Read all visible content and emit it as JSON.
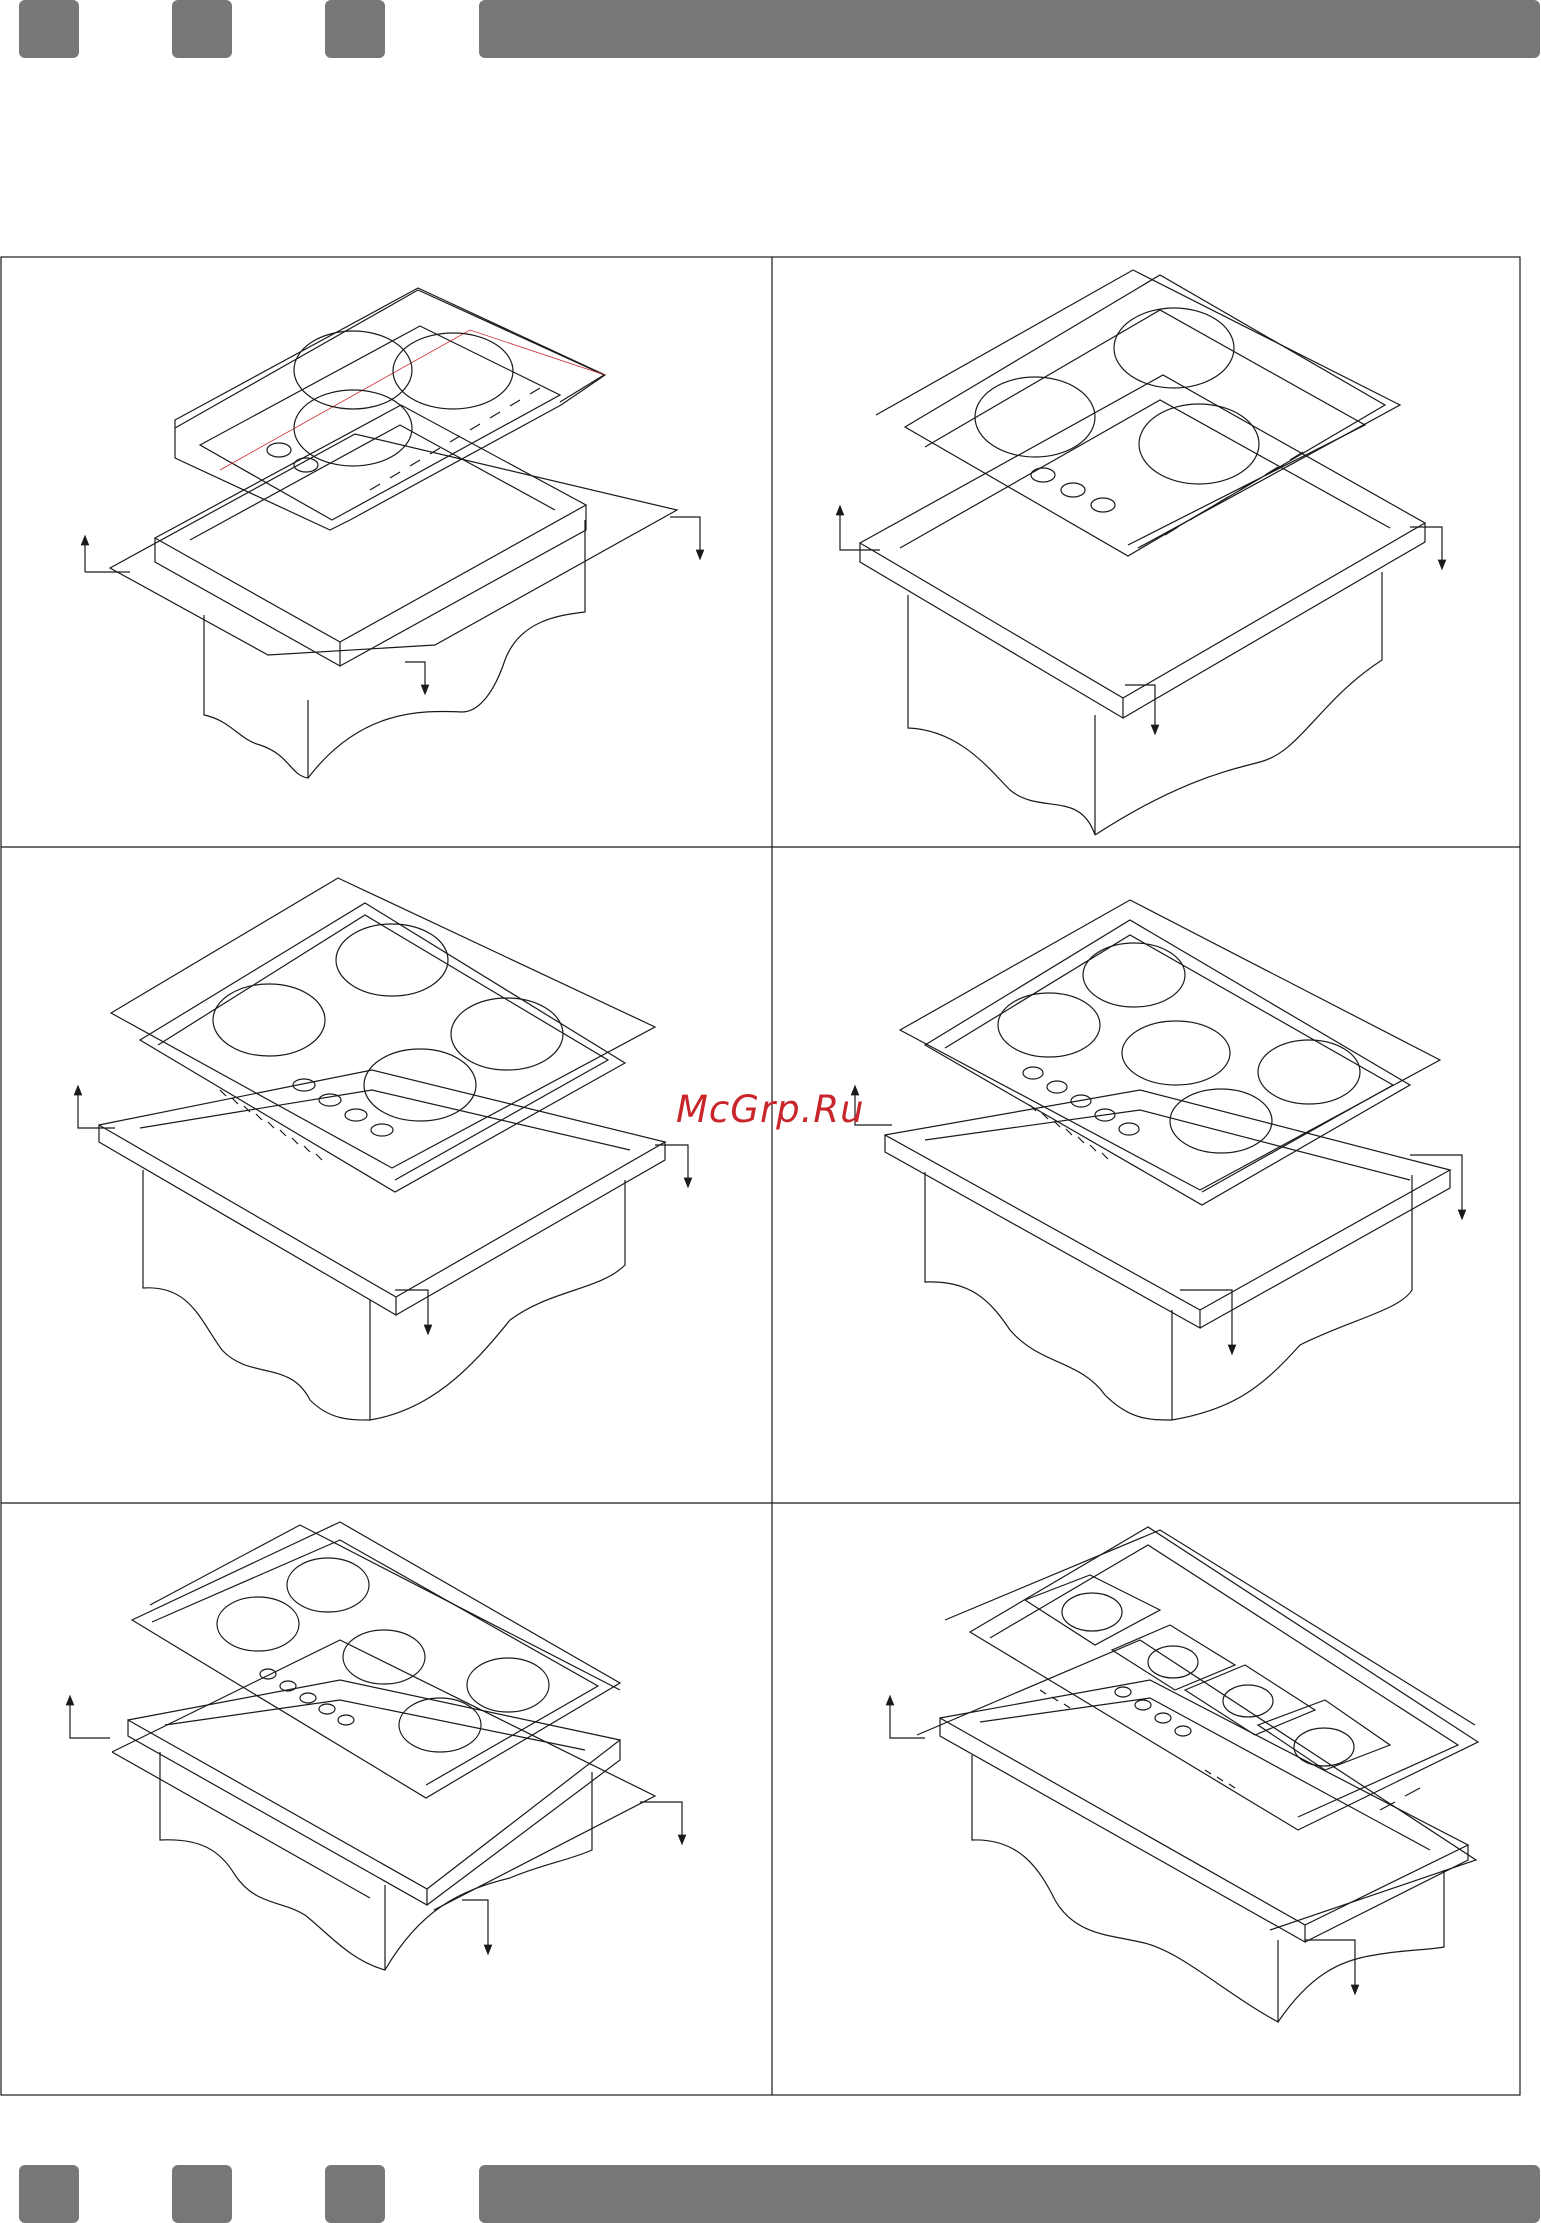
{
  "watermark": {
    "text": "McGrp.Ru"
  },
  "colors": {
    "tabs": "#77777a",
    "lines": "#1a1a1a",
    "watermark": "#c9262c"
  },
  "figure": {
    "panels": [
      {
        "id": "hob-2-burner-knobs-front"
      },
      {
        "id": "hob-4-burner-knobs-front"
      },
      {
        "id": "hob-4-burner-knobs-right"
      },
      {
        "id": "hob-5-burner-knobs-left"
      },
      {
        "id": "hob-5-burner-wide"
      },
      {
        "id": "hob-4-zone-domino-wide"
      }
    ]
  }
}
